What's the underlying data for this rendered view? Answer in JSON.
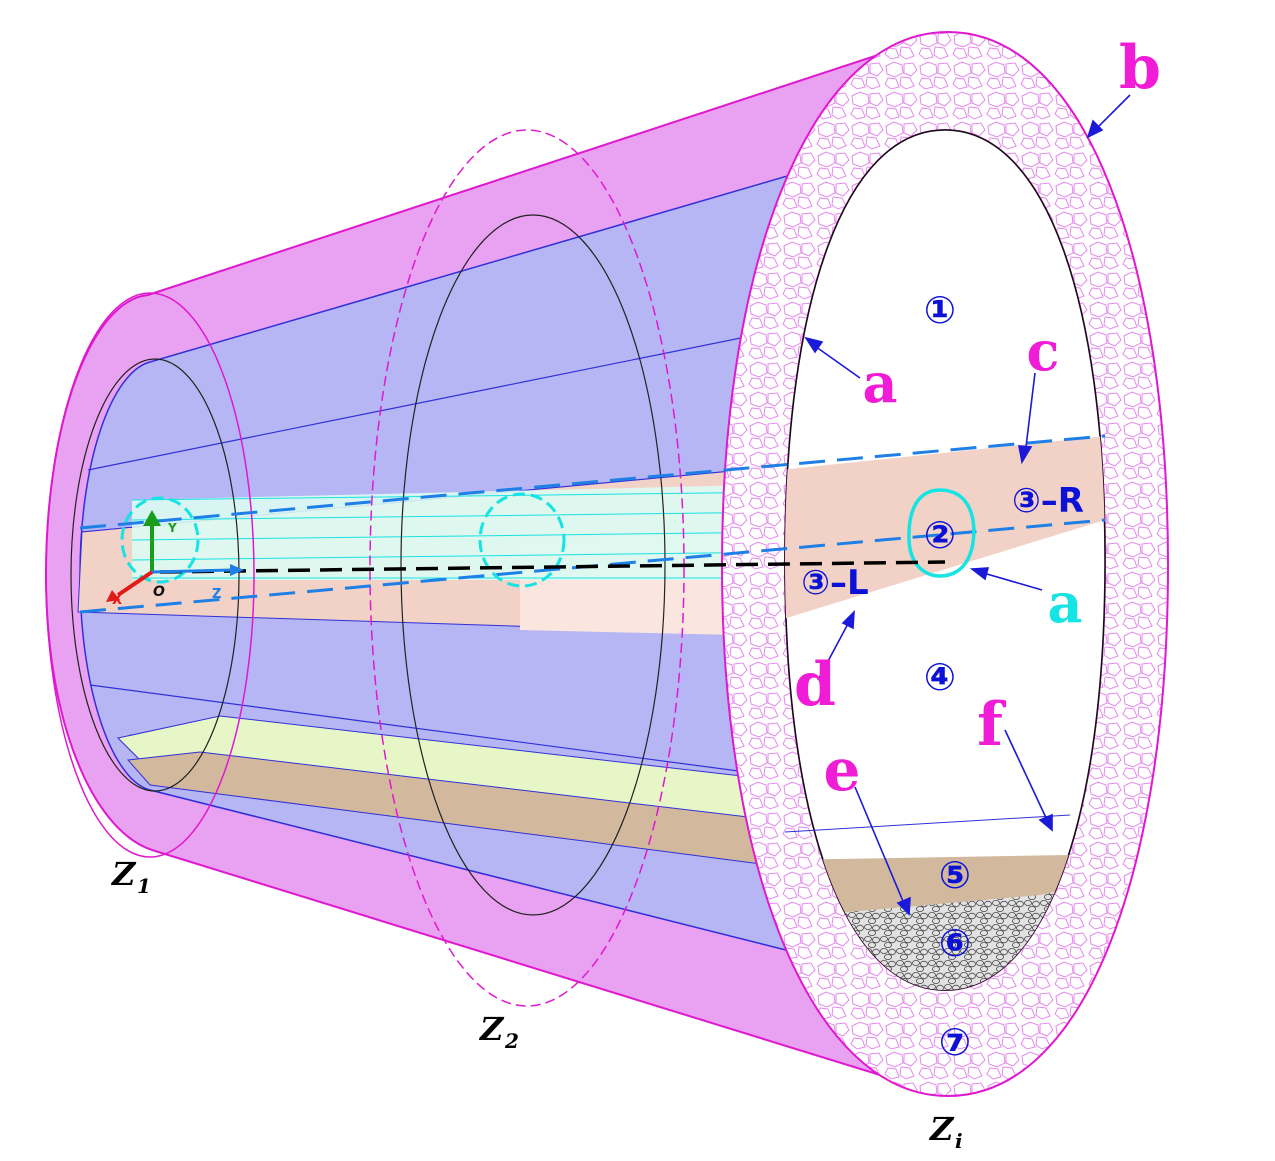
{
  "colors": {
    "outer_shell": "#e9a2f2",
    "shell_edge": "#e018d0",
    "inner_core": "#b7b7f3",
    "core_edge": "#3030d8",
    "flat_layer": "#f2d2c6",
    "stream_band": "#dcfbf3",
    "yellow_layer": "#e7f6c6",
    "brown_layer": "#d2b89c",
    "rubble": "#d8d8d8",
    "callout_line": "#1a1ad8"
  },
  "region_labels": {
    "r1": "①",
    "r2": "②",
    "r3R": "③–R",
    "r3L": "③–L",
    "r4": "④",
    "r5": "⑤",
    "r6": "⑥",
    "r7": "⑦"
  },
  "callouts": {
    "a_top": "a",
    "a_right": "a",
    "b": "b",
    "c": "c",
    "d": "d",
    "e": "e",
    "f": "f"
  },
  "sections": {
    "z1": "Z",
    "z1_sub": "1",
    "z2": "Z",
    "z2_sub": "2",
    "zi": "Z",
    "zi_sub": "i"
  },
  "axes": {
    "y": "Y",
    "z": "Z",
    "x": "X",
    "origin": "O"
  }
}
